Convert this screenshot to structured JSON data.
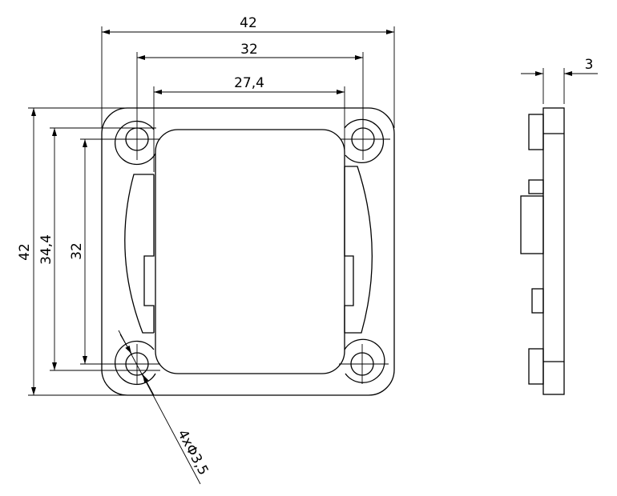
{
  "front_view": {
    "dim_overall_width": "42",
    "dim_hole_spacing_x": "32",
    "dim_window_width": "27,4",
    "dim_overall_height": "42",
    "dim_window_height": "34,4",
    "dim_hole_spacing_y": "32",
    "hole_callout": "4xΦ3,5"
  },
  "side_view": {
    "dim_thickness": "3"
  }
}
